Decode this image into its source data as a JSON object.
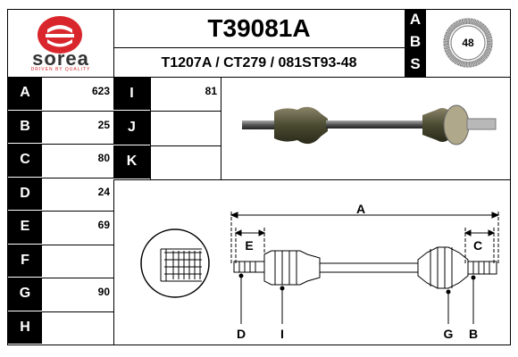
{
  "header": {
    "part_number": "T39081A",
    "cross_refs": "T1207A / CT279 / 081ST93-48",
    "abs_letters": [
      "A",
      "B",
      "S"
    ],
    "abs_teeth": "48"
  },
  "logo": {
    "brand": "sorea",
    "tagline": "DRIVEN BY QUALITY",
    "brand_color": "#d9262c"
  },
  "specs_left": [
    {
      "label": "A",
      "value": "623"
    },
    {
      "label": "B",
      "value": "25"
    },
    {
      "label": "C",
      "value": "80"
    },
    {
      "label": "D",
      "value": "24"
    },
    {
      "label": "E",
      "value": "69"
    },
    {
      "label": "F",
      "value": ""
    },
    {
      "label": "G",
      "value": "90"
    },
    {
      "label": "H",
      "value": ""
    }
  ],
  "specs_mid": [
    {
      "label": "I",
      "value": "81"
    },
    {
      "label": "J",
      "value": ""
    },
    {
      "label": "K",
      "value": ""
    }
  ],
  "diagram_labels": {
    "A": "A",
    "B": "B",
    "C": "C",
    "D": "D",
    "E": "E",
    "G": "G",
    "I": "I"
  }
}
